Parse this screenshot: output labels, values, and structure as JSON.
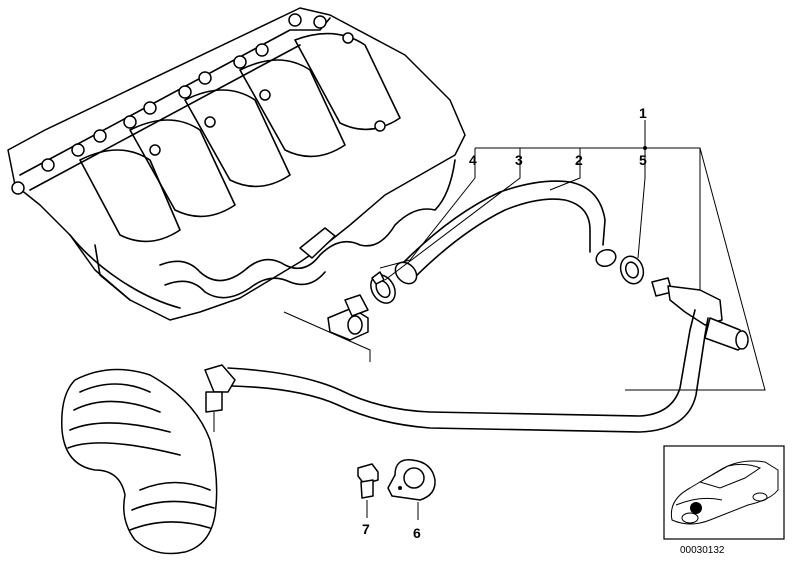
{
  "diagram": {
    "callouts": {
      "c1": "1",
      "c2": "2",
      "c3": "3",
      "c4": "4",
      "c5": "5",
      "c6": "6",
      "c7": "7"
    },
    "inset_code": "00030132"
  }
}
